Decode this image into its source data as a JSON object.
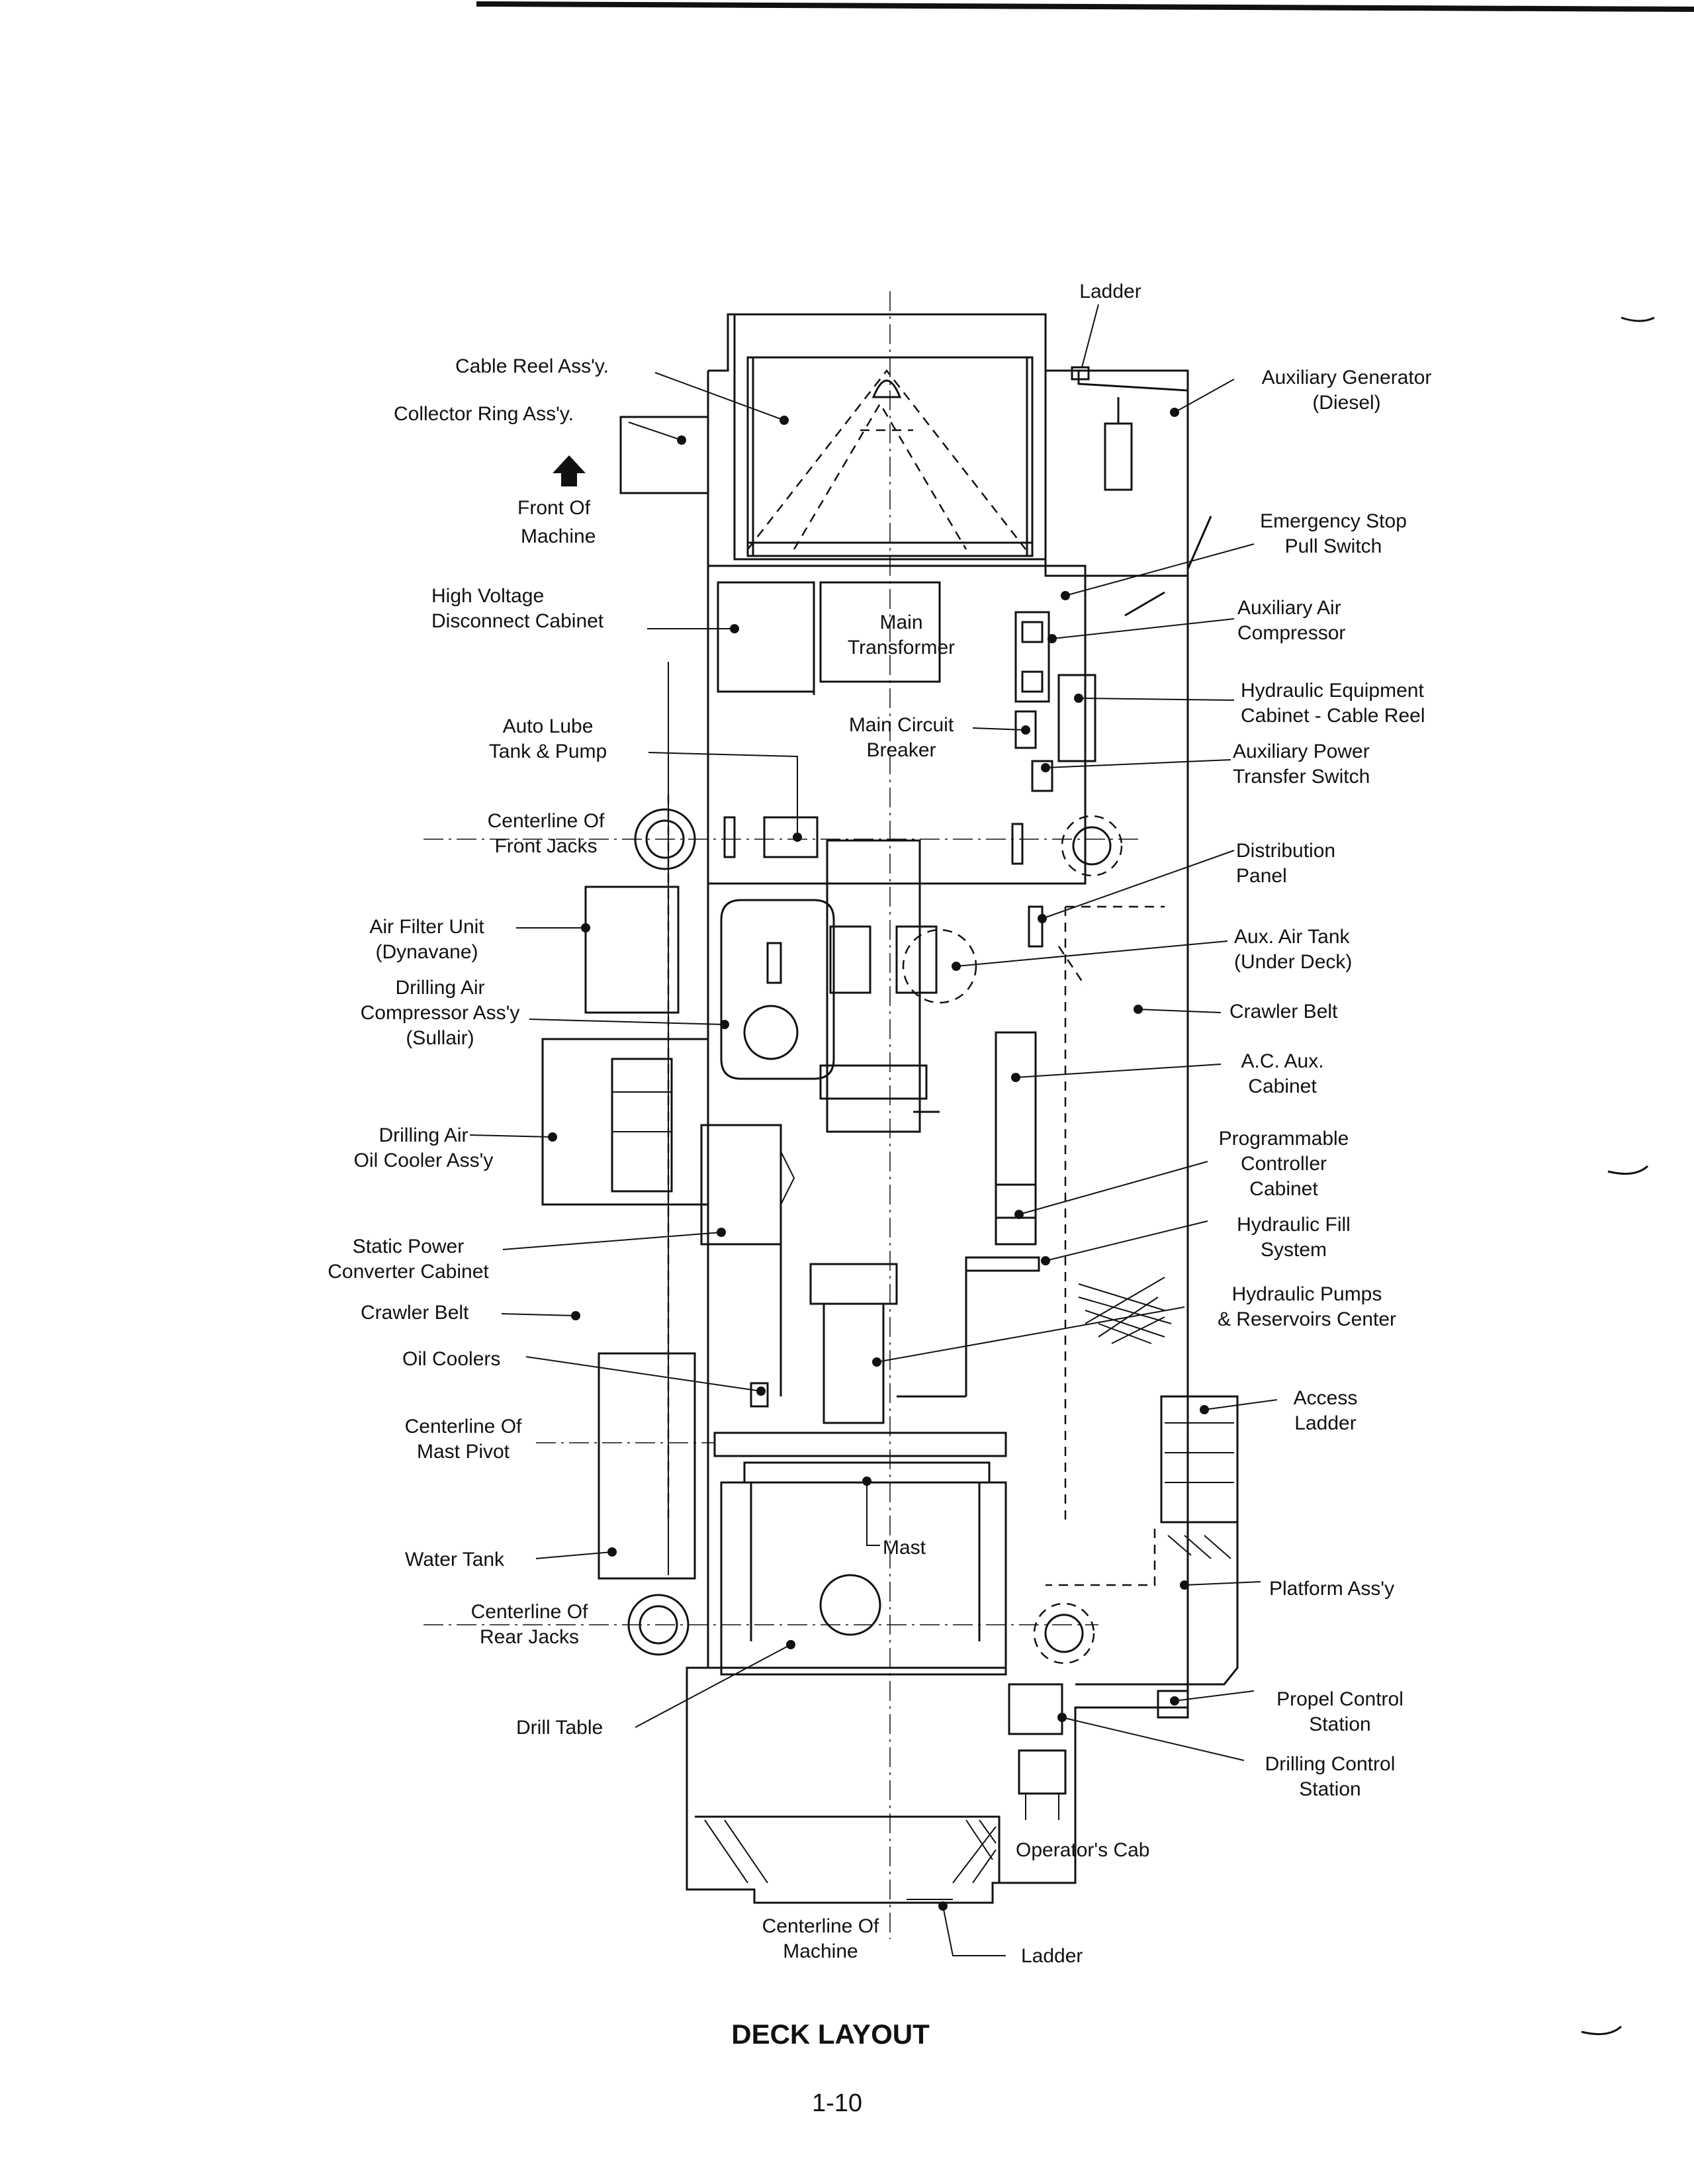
{
  "diagram": {
    "title": "DECK LAYOUT",
    "page_number": "1-10",
    "front_of_machine": [
      "Front Of",
      "Machine"
    ],
    "labels": [
      {
        "id": "ladder-top",
        "lines": [
          "Ladder"
        ]
      },
      {
        "id": "cable-reel",
        "lines": [
          "Cable Reel Ass'y."
        ]
      },
      {
        "id": "collector-ring",
        "lines": [
          "Collector Ring Ass'y."
        ]
      },
      {
        "id": "aux-generator",
        "lines": [
          "Auxiliary Generator",
          "(Diesel)"
        ]
      },
      {
        "id": "emergency-stop",
        "lines": [
          "Emergency Stop",
          "Pull Switch"
        ]
      },
      {
        "id": "hv-disconnect",
        "lines": [
          "High Voltage",
          "Disconnect Cabinet"
        ]
      },
      {
        "id": "main-transformer",
        "lines": [
          "Main",
          "Transformer"
        ]
      },
      {
        "id": "aux-air-compressor",
        "lines": [
          "Auxiliary Air",
          "Compressor"
        ]
      },
      {
        "id": "hydraulic-equipment",
        "lines": [
          "Hydraulic Equipment",
          "Cabinet - Cable Reel"
        ]
      },
      {
        "id": "auto-lube",
        "lines": [
          "Auto Lube",
          "Tank & Pump"
        ]
      },
      {
        "id": "main-circuit-breaker",
        "lines": [
          "Main Circuit",
          "Breaker"
        ]
      },
      {
        "id": "aux-power-transfer",
        "lines": [
          "Auxiliary Power",
          "Transfer Switch"
        ]
      },
      {
        "id": "centerline-front-jacks",
        "lines": [
          "Centerline Of",
          "Front Jacks"
        ]
      },
      {
        "id": "distribution-panel",
        "lines": [
          "Distribution",
          "Panel"
        ]
      },
      {
        "id": "air-filter",
        "lines": [
          "Air Filter Unit",
          "(Dynavane)"
        ]
      },
      {
        "id": "aux-air-tank",
        "lines": [
          "Aux. Air Tank",
          "(Under Deck)"
        ]
      },
      {
        "id": "drilling-air-compressor",
        "lines": [
          "Drilling Air",
          "Compressor Ass'y",
          "(Sullair)"
        ]
      },
      {
        "id": "crawler-belt-right",
        "lines": [
          "Crawler Belt"
        ]
      },
      {
        "id": "ac-aux-cabinet",
        "lines": [
          "A.C. Aux.",
          "Cabinet"
        ]
      },
      {
        "id": "drilling-air-oil-cooler",
        "lines": [
          "Drilling Air",
          "Oil Cooler Ass'y"
        ]
      },
      {
        "id": "programmable-controller",
        "lines": [
          "Programmable",
          "Controller",
          "Cabinet"
        ]
      },
      {
        "id": "static-power-converter",
        "lines": [
          "Static Power",
          "Converter Cabinet"
        ]
      },
      {
        "id": "hydraulic-fill",
        "lines": [
          "Hydraulic Fill",
          "System"
        ]
      },
      {
        "id": "crawler-belt-left",
        "lines": [
          "Crawler Belt"
        ]
      },
      {
        "id": "hydraulic-pumps",
        "lines": [
          "Hydraulic Pumps",
          "& Reservoirs Center"
        ]
      },
      {
        "id": "oil-coolers",
        "lines": [
          "Oil Coolers"
        ]
      },
      {
        "id": "access-ladder",
        "lines": [
          "Access",
          "Ladder"
        ]
      },
      {
        "id": "centerline-mast-pivot",
        "lines": [
          "Centerline Of",
          "Mast Pivot"
        ]
      },
      {
        "id": "mast",
        "lines": [
          "Mast"
        ]
      },
      {
        "id": "water-tank",
        "lines": [
          "Water Tank"
        ]
      },
      {
        "id": "platform",
        "lines": [
          "Platform Ass'y"
        ]
      },
      {
        "id": "centerline-rear-jacks",
        "lines": [
          "Centerline Of",
          "Rear Jacks"
        ]
      },
      {
        "id": "propel-control",
        "lines": [
          "Propel Control",
          "Station"
        ]
      },
      {
        "id": "drill-table",
        "lines": [
          "Drill Table"
        ]
      },
      {
        "id": "drilling-control",
        "lines": [
          "Drilling Control",
          "Station"
        ]
      },
      {
        "id": "operators-cab",
        "lines": [
          "Operator's Cab"
        ]
      },
      {
        "id": "centerline-machine",
        "lines": [
          "Centerline Of",
          "Machine"
        ]
      },
      {
        "id": "ladder-bottom",
        "lines": [
          "Ladder"
        ]
      }
    ]
  }
}
